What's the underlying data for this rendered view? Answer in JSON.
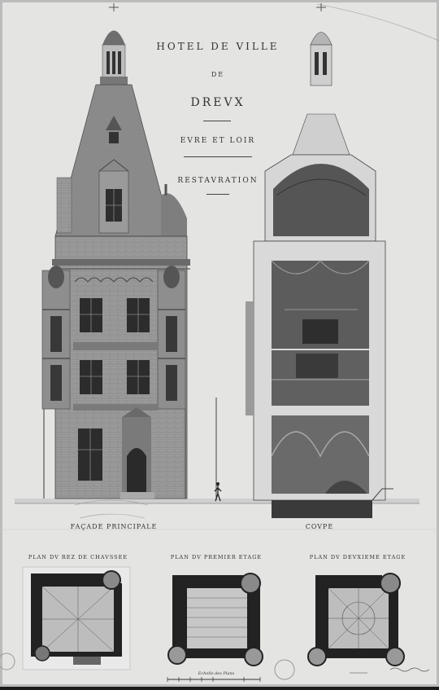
{
  "title": {
    "line1": "HOTEL DE VILLE",
    "line2": "DE",
    "line3": "DREVX",
    "line4": "EVRE ET LOIR",
    "line5": "RESTAVRATION"
  },
  "captions": {
    "facade": "FAÇADE PRINCIPALE",
    "section": "COVPE"
  },
  "plans": {
    "ground": "PLAN DV REZ DE CHAVSSEE",
    "first": "PLAN DV PREMIER ETAGE",
    "second": "PLAN DV DEVXIEME ETAGE"
  },
  "scale_label": "Echelle des Plans"
}
